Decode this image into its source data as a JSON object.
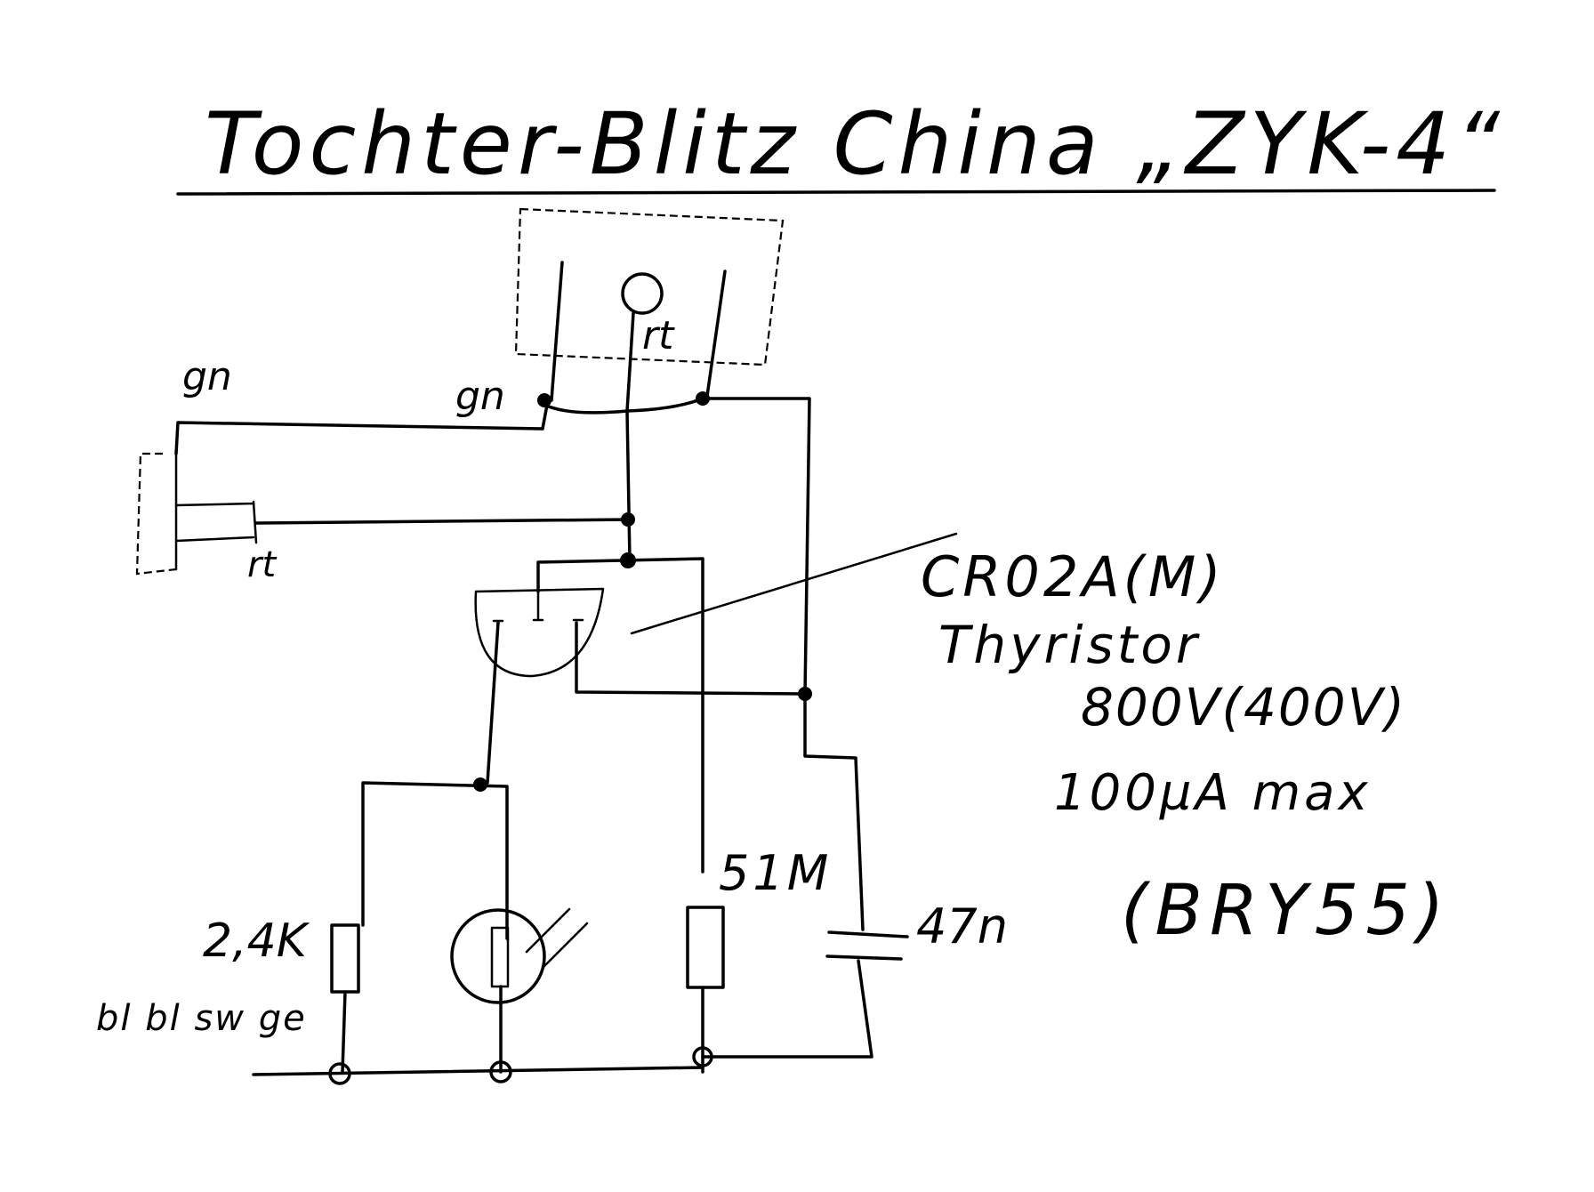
{
  "title": "Tochter-Blitz China „ZYK-4“",
  "wire_labels": {
    "gn_left": "gn",
    "gn_top": "gn",
    "rt_top": "rt",
    "rt_left": "rt"
  },
  "thyristor": {
    "part": "CR02A(M)",
    "type": "Thyristor",
    "voltage": "800V(400V)",
    "current": "100µA max",
    "alt": "(BRY55)"
  },
  "components": {
    "r_gate": "2,4K",
    "r_gate_code": "bl bl sw ge",
    "r_anode": "51M",
    "cap": "47n"
  }
}
